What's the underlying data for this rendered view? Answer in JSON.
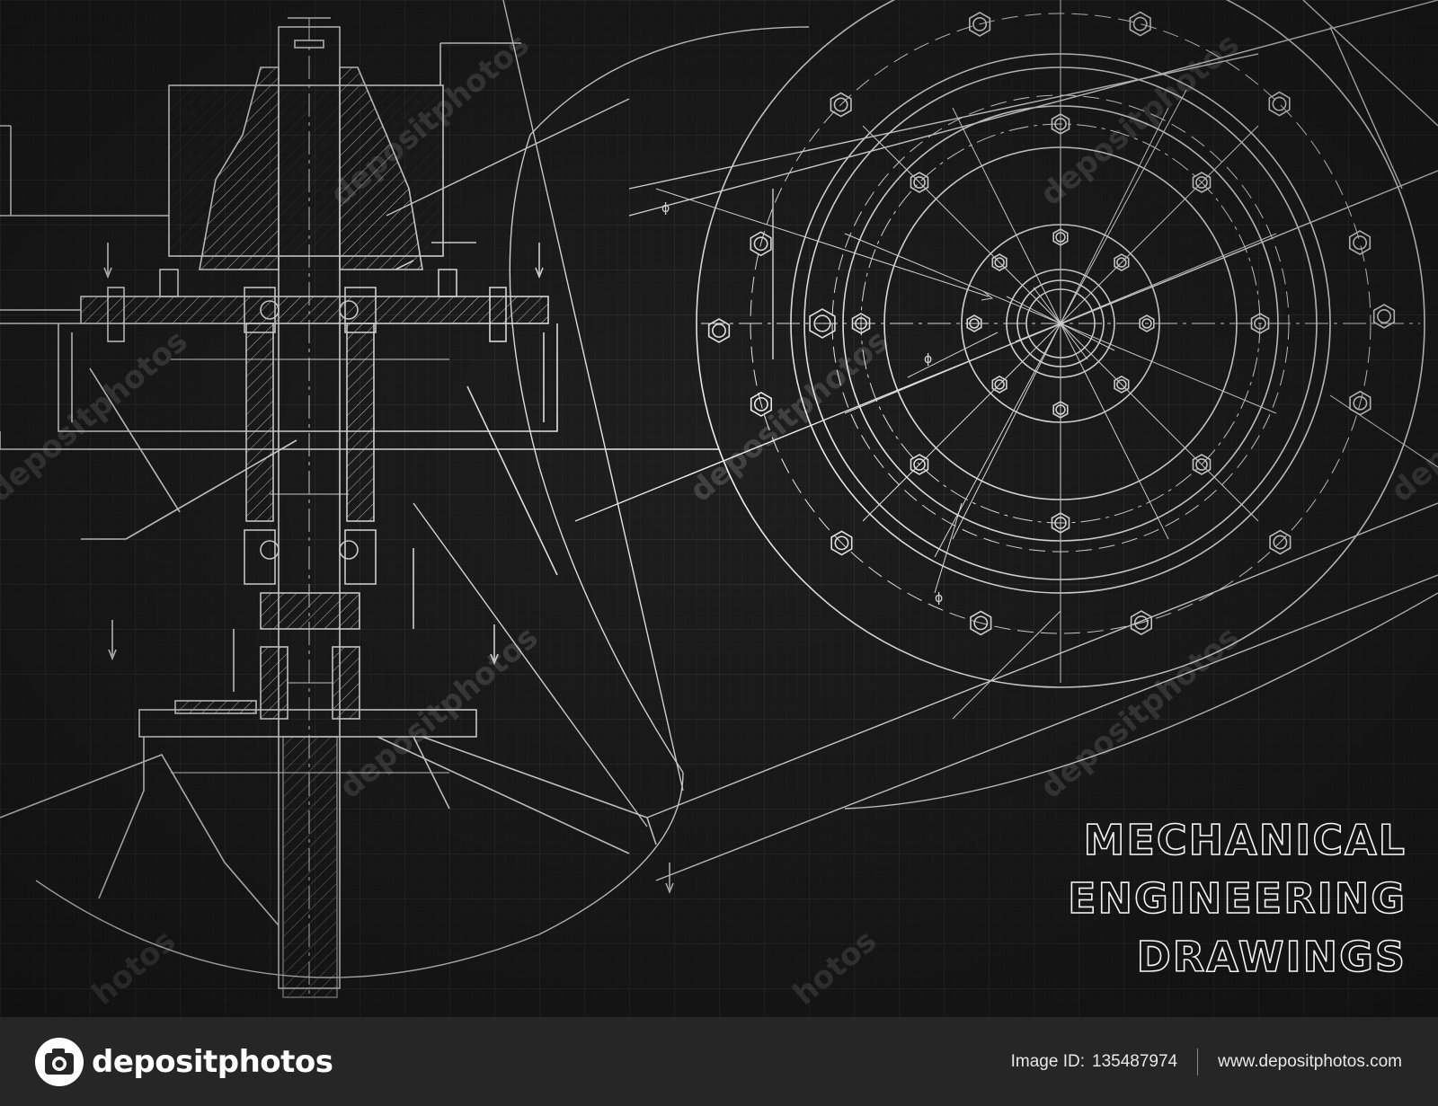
{
  "title": {
    "line1": "MECHANICAL",
    "line2": "ENGINEERING",
    "line3": "DRAWINGS"
  },
  "watermark": {
    "text": "depositphotos",
    "partial": "hotos"
  },
  "footer": {
    "brand": "depositphotos",
    "image_id_label": "Image ID:",
    "image_id": "135487974",
    "website": "www.depositphotos.com"
  },
  "annotations": {
    "phi": "ϕ"
  },
  "colors": {
    "background": "#1b1b1b",
    "grid": "#3a3a3a",
    "lines": "#f4f4f4",
    "footer": "#262626"
  },
  "icons": [
    "camera-logo-icon"
  ]
}
